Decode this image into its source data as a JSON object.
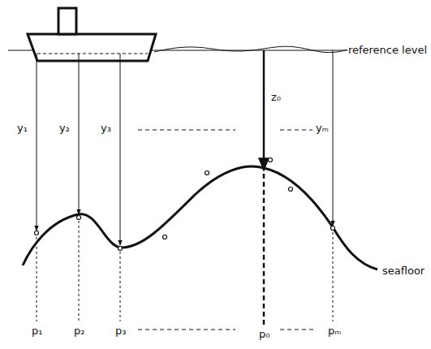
{
  "diagram": {
    "labels": [
      "reference level",
      "y₁",
      "y₂",
      "y₃",
      "z₀",
      "yₘ",
      "seafloor",
      "p₁",
      "p₂",
      "p₃",
      "p₀",
      "pₘ"
    ]
  }
}
